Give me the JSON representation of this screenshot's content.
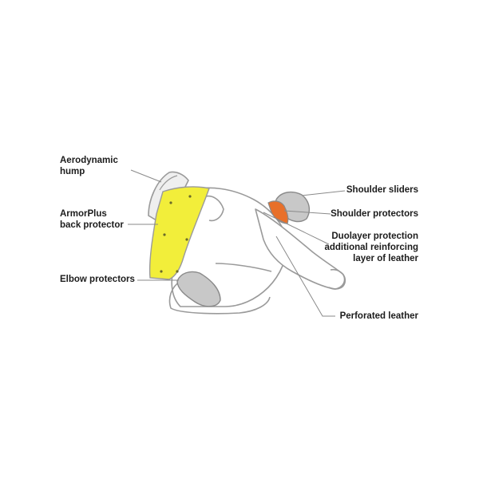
{
  "diagram": {
    "colors": {
      "background": "#ffffff",
      "outline": "#9a9a9a",
      "leader": "#8a8a8a",
      "back_protector": "#f2ee3a",
      "shoulder_protector": "#e8702a",
      "slider_gray": "#c8c8c8",
      "label_text": "#1c1c1c"
    },
    "labels": {
      "aero_hump": {
        "line1": "Aerodynamic",
        "line2": "hump"
      },
      "back_protector": {
        "line1": "ArmorPlus",
        "line2": "back protector"
      },
      "elbow_protectors": {
        "line1": "Elbow protectors"
      },
      "shoulder_sliders": {
        "line1": "Shoulder sliders"
      },
      "shoulder_protectors": {
        "line1": "Shoulder protectors"
      },
      "duolayer": {
        "line1": "Duolayer protection",
        "line2": "additional reinforcing",
        "line3": "layer of leather"
      },
      "perforated": {
        "line1": "Perforated leather"
      }
    }
  }
}
